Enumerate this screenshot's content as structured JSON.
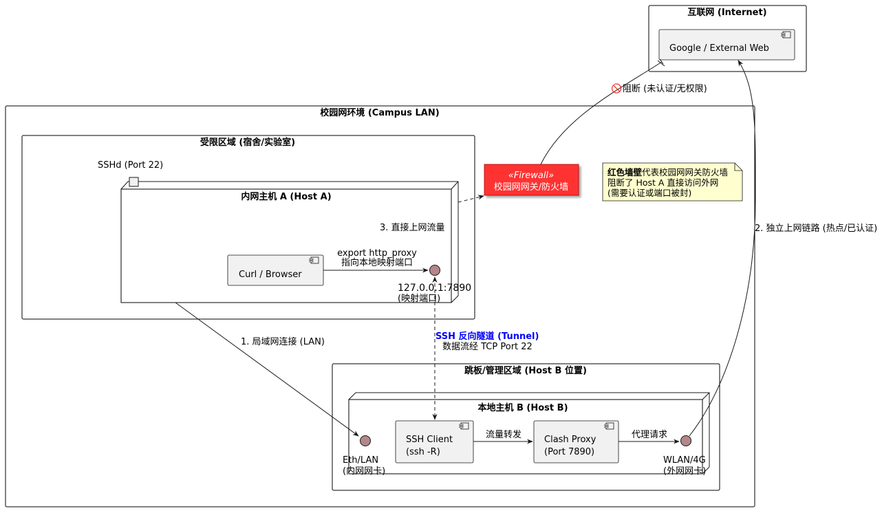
{
  "colors": {
    "firewall_fill": "#ff3333",
    "interface_fill": "#b3878a",
    "component_fill": "#f1f1f1",
    "note_fill": "#fefece",
    "tunnel_label": "#0000ff"
  },
  "internet": {
    "title": "互联网 (Internet)",
    "web": "Google / External Web"
  },
  "campus": {
    "title": "校园网环境 (Campus LAN)"
  },
  "restricted": {
    "title": "受限区域 (宿舍/实验室)"
  },
  "host_a": {
    "title": "内网主机 A (Host A)",
    "sshd_port": "SSHd (Port 22)",
    "curl": "Curl / Browser",
    "mapped_port_line1": "127.0.0.1:7890",
    "mapped_port_line2": "(映射端口)"
  },
  "firewall": {
    "stereotype": "«Firewall»",
    "name": "校园网网关/防火墙"
  },
  "note": {
    "bold": "红色墙壁",
    "line1_rest": "代表校园网网关防火墙",
    "line2": "阻断了 Host A 直接访问外网",
    "line3": "(需要认证或端口被封)"
  },
  "jump": {
    "title": "跳板/管理区域 (Host B 位置)"
  },
  "host_b": {
    "title": "本地主机 B (Host B)",
    "ssh_client_line1": "SSH Client",
    "ssh_client_line2": "(ssh -R)",
    "clash_line1": "Clash Proxy",
    "clash_line2": "(Port 7890)",
    "eth_line1": "Eth/LAN",
    "eth_line2": "(内网网卡)",
    "wlan_line1": "WLAN/4G",
    "wlan_line2": "(外网网卡)"
  },
  "edges": {
    "http_proxy_line1": "export http_proxy",
    "http_proxy_line2": "指向本地映射端口",
    "direct_traffic": "3. 直接上网流量",
    "blocked_icon": "🚫",
    "blocked": "阻断 (未认证/无权限)",
    "independent_link": "2. 独立上网链路 (热点/已认证)",
    "lan_connect": "1. 局域网连接 (LAN)",
    "tunnel_title": "SSH 反向隧道 (Tunnel)",
    "tunnel_sub": "数据流经 TCP Port 22",
    "forward": "流量转发",
    "proxy_request": "代理请求"
  }
}
